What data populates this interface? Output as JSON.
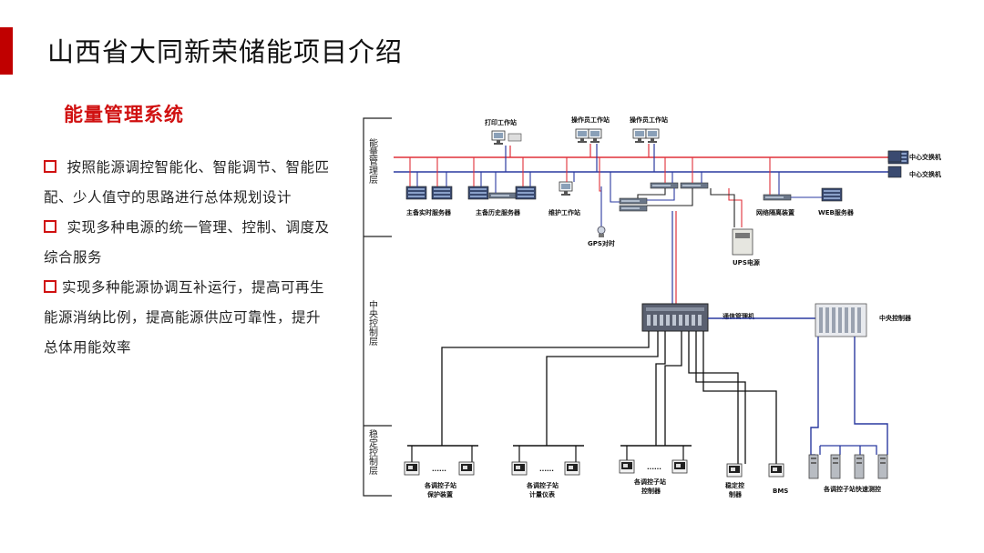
{
  "page": {
    "title": "山西省大同新荣储能项目介绍",
    "section_title": "能量管理系统"
  },
  "bullets": [
    {
      "text": "按照能源调控智能化、智能调节、智能匹配、少人值守的思路进行总体规划设计",
      "leading_space": true
    },
    {
      "text": "实现多种电源的统一管理、控制、调度及综合服务",
      "leading_space": true
    },
    {
      "text": "实现多种能源协调互补运行，提高可再生能源消纳比例，提高能源供应可靠性，提升总体用能效率",
      "leading_space": false
    }
  ],
  "diagram": {
    "layers": {
      "energy_management": "能量管理层",
      "central_control": "中央控制层",
      "stable_control": "稳定控制层"
    },
    "labels": {
      "print_ws": "打印工作站",
      "operator_ws_1": "操作员工作站",
      "operator_ws_2": "操作员工作站",
      "central_switch_1": "中心交换机",
      "central_switch_2": "中心交换机",
      "main_realtime_server": "主备实时服务器",
      "main_history_server": "主备历史服务器",
      "maintenance_ws": "维护工作站",
      "net_isolation": "网络隔离装置",
      "web_server": "WEB服务器",
      "gps_clock": "GPS对时",
      "ups_power": "UPS电源",
      "comm_manager": "通信管理机",
      "central_controller": "中央控制器",
      "sub_protection_1": "各调控子站",
      "sub_protection_2": "保护装置",
      "sub_meter_1": "各调控子站",
      "sub_meter_2": "计量仪表",
      "sub_controller_1": "各调控子站",
      "sub_controller_2": "控制器",
      "stable_controller_1": "稳定控",
      "stable_controller_2": "制器",
      "bms": "BMS",
      "fast_measure": "各调控子站快速测控",
      "dots": "......"
    },
    "colors": {
      "red_bus": "#e0303a",
      "blue_bus": "#2a3aa0",
      "line": "#111111",
      "title_red": "#d01010"
    }
  }
}
